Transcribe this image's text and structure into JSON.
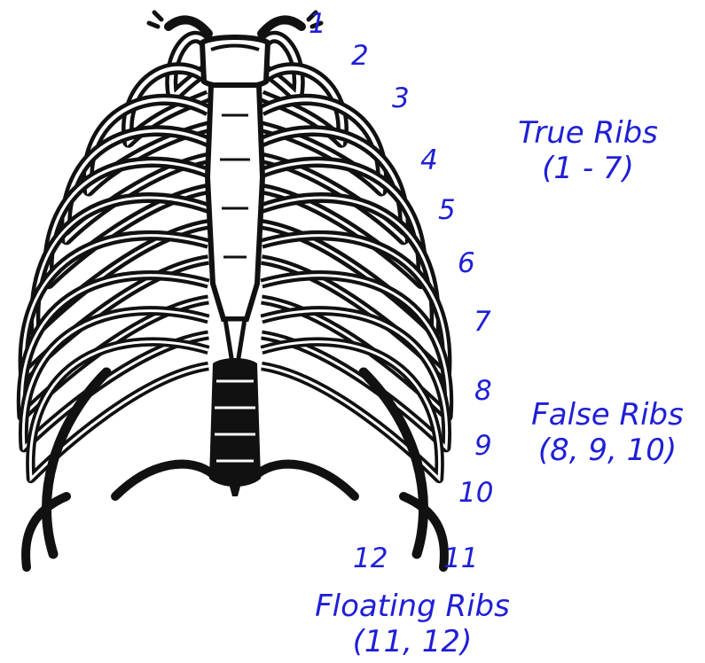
{
  "diagram": {
    "label_color": "#1f1fd6",
    "ink_color": "#111111",
    "rib_numbers": [
      "1",
      "2",
      "3",
      "4",
      "5",
      "6",
      "7",
      "8",
      "9",
      "10",
      "11",
      "12"
    ],
    "groups": {
      "true_ribs": {
        "title": "True Ribs",
        "range": "(1 - 7)"
      },
      "false_ribs": {
        "title": "False Ribs",
        "range": "(8, 9, 10)"
      },
      "floating_ribs": {
        "title": "Floating Ribs",
        "range": "(11, 12)"
      }
    }
  }
}
